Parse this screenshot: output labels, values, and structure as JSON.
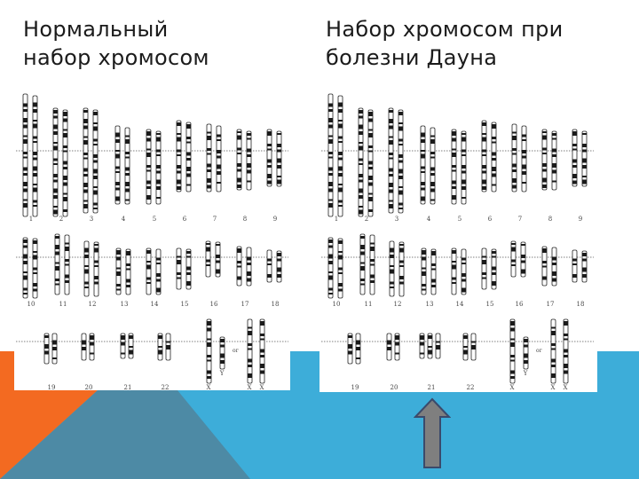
{
  "slide": {
    "left_title": "Нормальный\nнабор хромосом",
    "right_title": "Набор хромосом при\nболезни Дауна"
  },
  "karyotype_labels": {
    "row1": [
      "1",
      "2",
      "3",
      "4",
      "5",
      "6",
      "7",
      "8",
      "9"
    ],
    "row2": [
      "10",
      "11",
      "12",
      "13",
      "14",
      "15",
      "16",
      "17",
      "18"
    ],
    "row3": [
      "19",
      "20",
      "21",
      "22",
      "X",
      "Y",
      "X",
      "X"
    ],
    "or_text": "or"
  },
  "colors": {
    "blue_band": "#3dadd9",
    "orange_band": "#f36a21",
    "teal_triangle": "#4d8aa5",
    "arrow_fill": "#7f7f7f",
    "arrow_outline": "#3b4a6b"
  },
  "icons": {
    "pointer": "up-arrow-icon"
  }
}
